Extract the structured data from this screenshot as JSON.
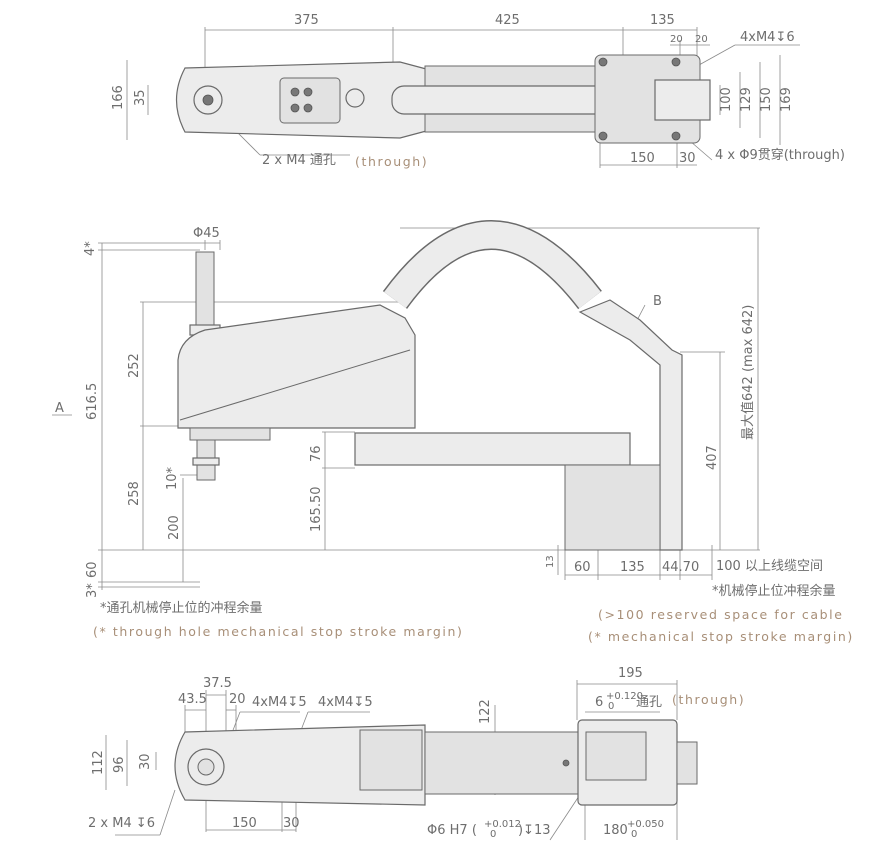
{
  "top_view": {
    "dims": {
      "d375": "375",
      "d425": "425",
      "d135": "135",
      "d20a": "20",
      "d20b": "20",
      "d166": "166",
      "d35": "35",
      "d100": "100",
      "d129": "129",
      "d150v": "150",
      "d169": "169",
      "d150h": "150",
      "d30": "30"
    },
    "callouts": {
      "m4_thread": "4xM4↧6",
      "m4_through": "2 x M4 通孔",
      "m4_through_en": "(through)",
      "phi9": "4 x Φ9贯穿(through)"
    }
  },
  "side_view": {
    "dims": {
      "phi45": "Φ45",
      "d4star": "4*",
      "d6165": "616.5",
      "d252": "252",
      "d258": "258",
      "d10star": "10*",
      "d200": "200",
      "d16550": "165.50",
      "d76": "76",
      "d60": "60",
      "d3star": "3*",
      "d407": "407",
      "max642": "最大值642 (max 642)",
      "d13": "13",
      "d60b": "60",
      "d135": "135",
      "d4470": "44.70",
      "cable_space": "100 以上线缆空间"
    },
    "labels": {
      "a": "A",
      "b": "B"
    },
    "notes": {
      "left_cn": "*通孔机械停止位的冲程余量",
      "left_en": "(* through hole mechanical stop stroke margin)",
      "right_cn": "*机械停止位冲程余量",
      "right_en1": "(>100 reserved space for cable",
      "right_en2": "(* mechanical stop stroke margin)"
    }
  },
  "bottom_view": {
    "dims": {
      "d195": "195",
      "d375": "37.5",
      "d435": "43.5",
      "d20": "20",
      "d122": "122",
      "d112": "112",
      "d96": "96",
      "d30": "30",
      "d150": "150",
      "d30b": "30"
    },
    "callouts": {
      "m4a": "4xM4↧5",
      "m4b": "4xM4↧5",
      "m4_6": "2 x M4 ↧6",
      "slot": "6",
      "slot_tol_up": "+0.120",
      "slot_tol_lo": "0",
      "slot_text": "通孔",
      "slot_en": "(through)",
      "pin": "Φ6 H7 (",
      "pin_tol_up": "+0.012",
      "pin_tol_lo": "0",
      "pin_tail": ")↧13",
      "w180": "180",
      "w180_up": "+0.050",
      "w180_lo": "0"
    }
  }
}
